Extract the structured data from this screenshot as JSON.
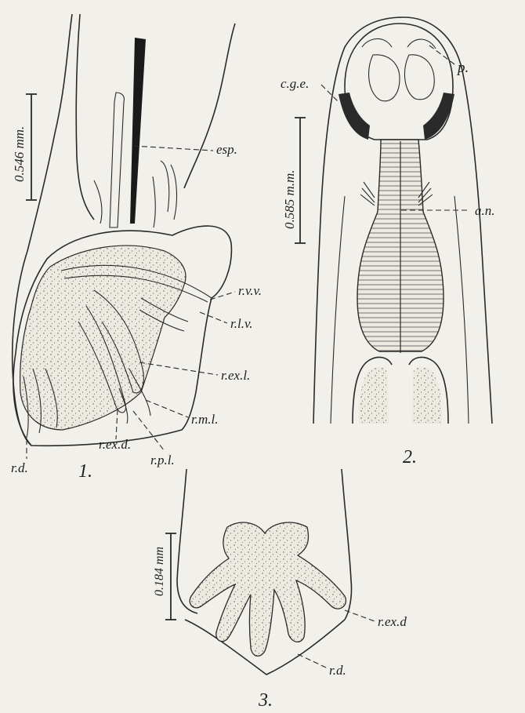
{
  "figures": [
    {
      "number": "1.",
      "scale_label": "0.546 mm.",
      "labels": [
        "esp.",
        "r.v.v.",
        "r.l.v.",
        "r.ex.l.",
        "r.m.l.",
        "r.ex.d.",
        "r.p.l.",
        "r.d."
      ]
    },
    {
      "number": "2.",
      "scale_label": "0.585 m.m.",
      "labels": [
        "p.",
        "c.g.e.",
        "a.n."
      ]
    },
    {
      "number": "3.",
      "scale_label": "0.184 mm",
      "labels": [
        "r.ex.d",
        "r.d."
      ]
    }
  ]
}
